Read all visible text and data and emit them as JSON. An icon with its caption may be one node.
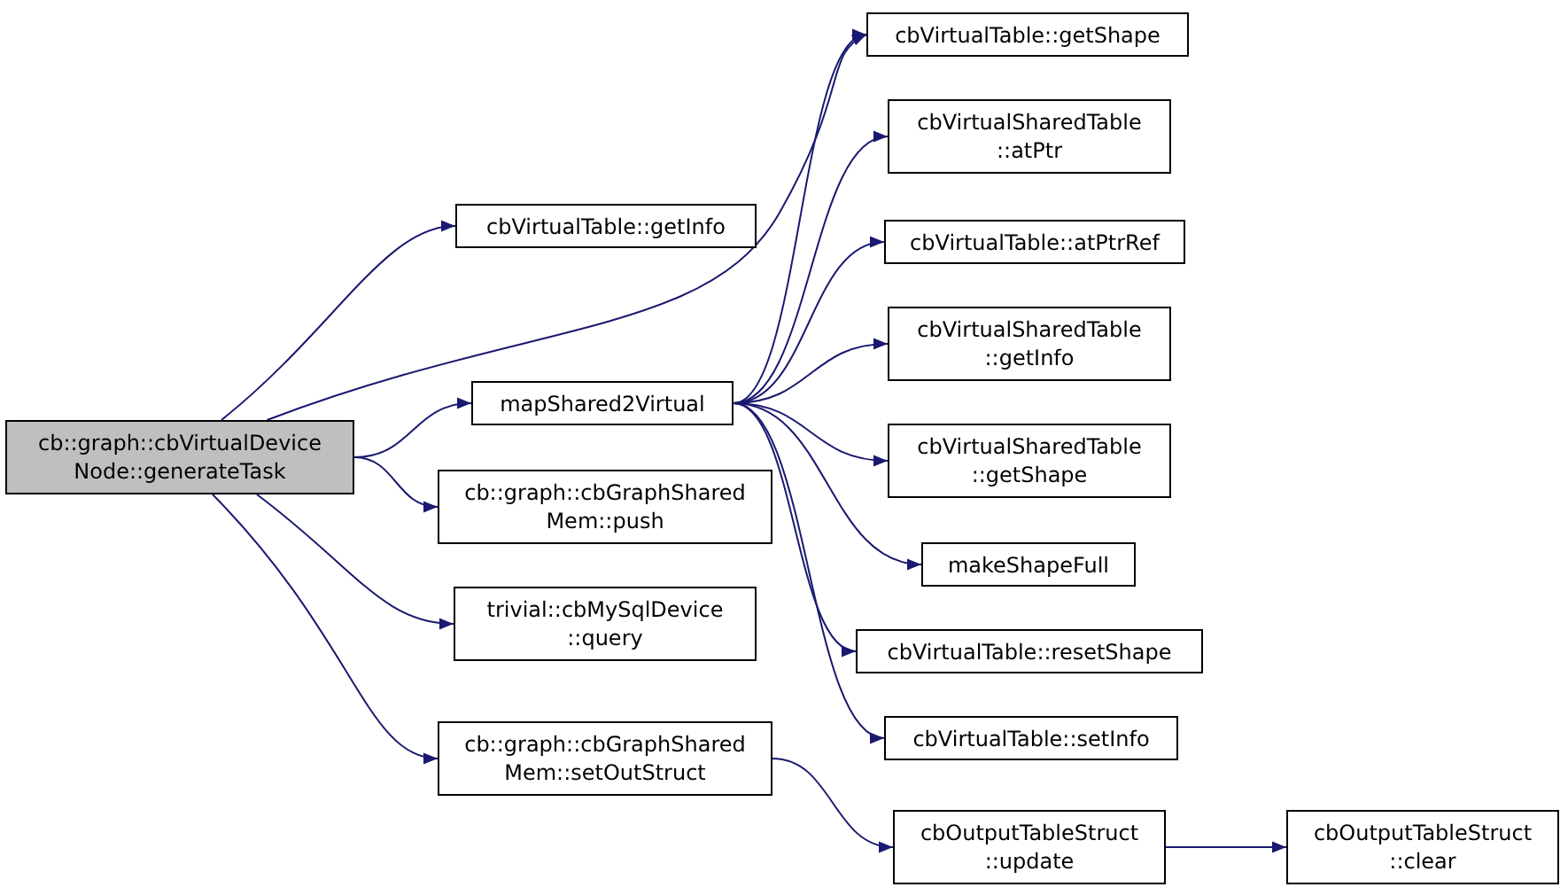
{
  "diagram": {
    "nodes": [
      {
        "text": [
          "cb::graph::cbVirtualDevice Node::generateTask"
        ]
      },
      {
        "text": [
          "cbVirtualTable::getInfo"
        ]
      },
      {
        "text": [
          "mapShared2Virtual"
        ]
      },
      {
        "text": [
          "cb::graph::cbGraphShared Mem::push"
        ]
      },
      {
        "text": [
          "trivial::cbMySqlDevice ::query"
        ]
      },
      {
        "text": [
          "cb::graph::cbGraphShared Mem::setOutStruct"
        ]
      },
      {
        "text": [
          "cbVirtualTable::getShape"
        ]
      },
      {
        "text": [
          "cbVirtualSharedTable ::atPtr"
        ]
      },
      {
        "text": [
          "cbVirtualTable::atPtrRef"
        ]
      },
      {
        "text": [
          "cbVirtualSharedTable ::getInfo"
        ]
      },
      {
        "text": [
          "cbVirtualSharedTable ::getShape"
        ]
      },
      {
        "text": [
          "makeShapeFull"
        ]
      },
      {
        "text": [
          "cbVirtualTable::resetShape"
        ]
      },
      {
        "text": [
          "cbVirtualTable::setInfo"
        ]
      },
      {
        "text": [
          "cbOutputTableStruct ::update"
        ]
      },
      {
        "text": [
          "cbOutputTableStruct ::clear"
        ]
      }
    ],
    "edges": [
      {
        "from": 0,
        "to": 1,
        "arrow": "to"
      },
      {
        "from": 0,
        "to": 6,
        "arrow": "to"
      },
      {
        "from": 0,
        "to": 2,
        "arrow": "to"
      },
      {
        "from": 0,
        "to": 3,
        "arrow": "to"
      },
      {
        "from": 0,
        "to": 4,
        "arrow": "to"
      },
      {
        "from": 0,
        "to": 5,
        "arrow": "to"
      },
      {
        "from": 2,
        "to": 6,
        "arrow": "to"
      },
      {
        "from": 2,
        "to": 7,
        "arrow": "to"
      },
      {
        "from": 2,
        "to": 8,
        "arrow": "to"
      },
      {
        "from": 2,
        "to": 9,
        "arrow": "to"
      },
      {
        "from": 2,
        "to": 10,
        "arrow": "to"
      },
      {
        "from": 2,
        "to": 11,
        "arrow": "to"
      },
      {
        "from": 2,
        "to": 12,
        "arrow": "to"
      },
      {
        "from": 2,
        "to": 13,
        "arrow": "to"
      },
      {
        "from": 5,
        "to": 14,
        "arrow": "to"
      },
      {
        "from": 14,
        "to": 15,
        "arrow": "to"
      }
    ]
  }
}
